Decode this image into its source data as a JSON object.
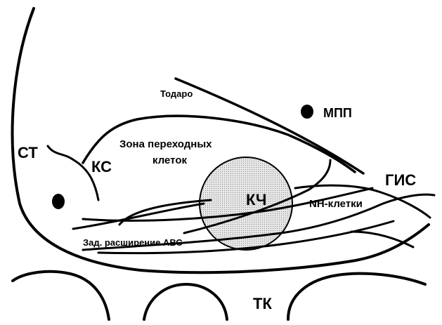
{
  "labels": {
    "st": "СТ",
    "ks": "КС",
    "todaro": "Тодаро",
    "mpp": "МПП",
    "zone_line1": "Зона переходных",
    "zone_line2": "клеток",
    "kch": "КЧ",
    "gis": "ГИС",
    "nh_cells": "NH-клетки",
    "avc_extension": "Зад. расширение АВС",
    "tk": "ТК"
  },
  "colors": {
    "line": "#000000",
    "node_fill": "#e2e2e2",
    "background": "#ffffff"
  }
}
